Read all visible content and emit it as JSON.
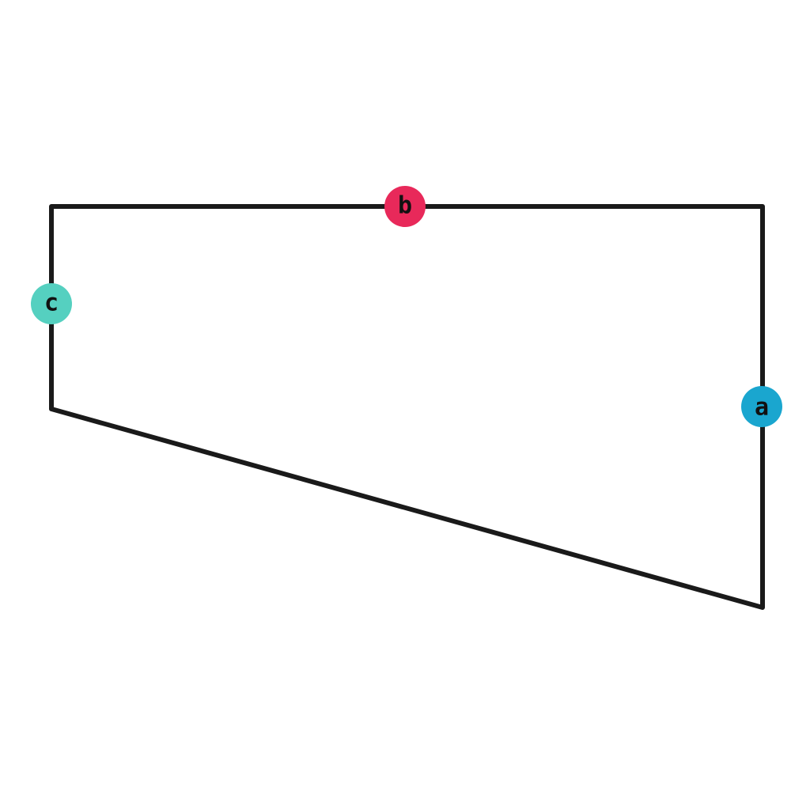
{
  "diagram": {
    "shape": "trapezoid",
    "stroke_color": "#1a1a1a",
    "background": "#ffffff",
    "side_markers": [
      {
        "id": "a",
        "label": "a",
        "color": "#1aa6cf",
        "side": "right"
      },
      {
        "id": "b",
        "label": "b",
        "color": "#e8295a",
        "side": "top"
      },
      {
        "id": "c",
        "label": "c",
        "color": "#55d0c0",
        "side": "left"
      }
    ]
  }
}
